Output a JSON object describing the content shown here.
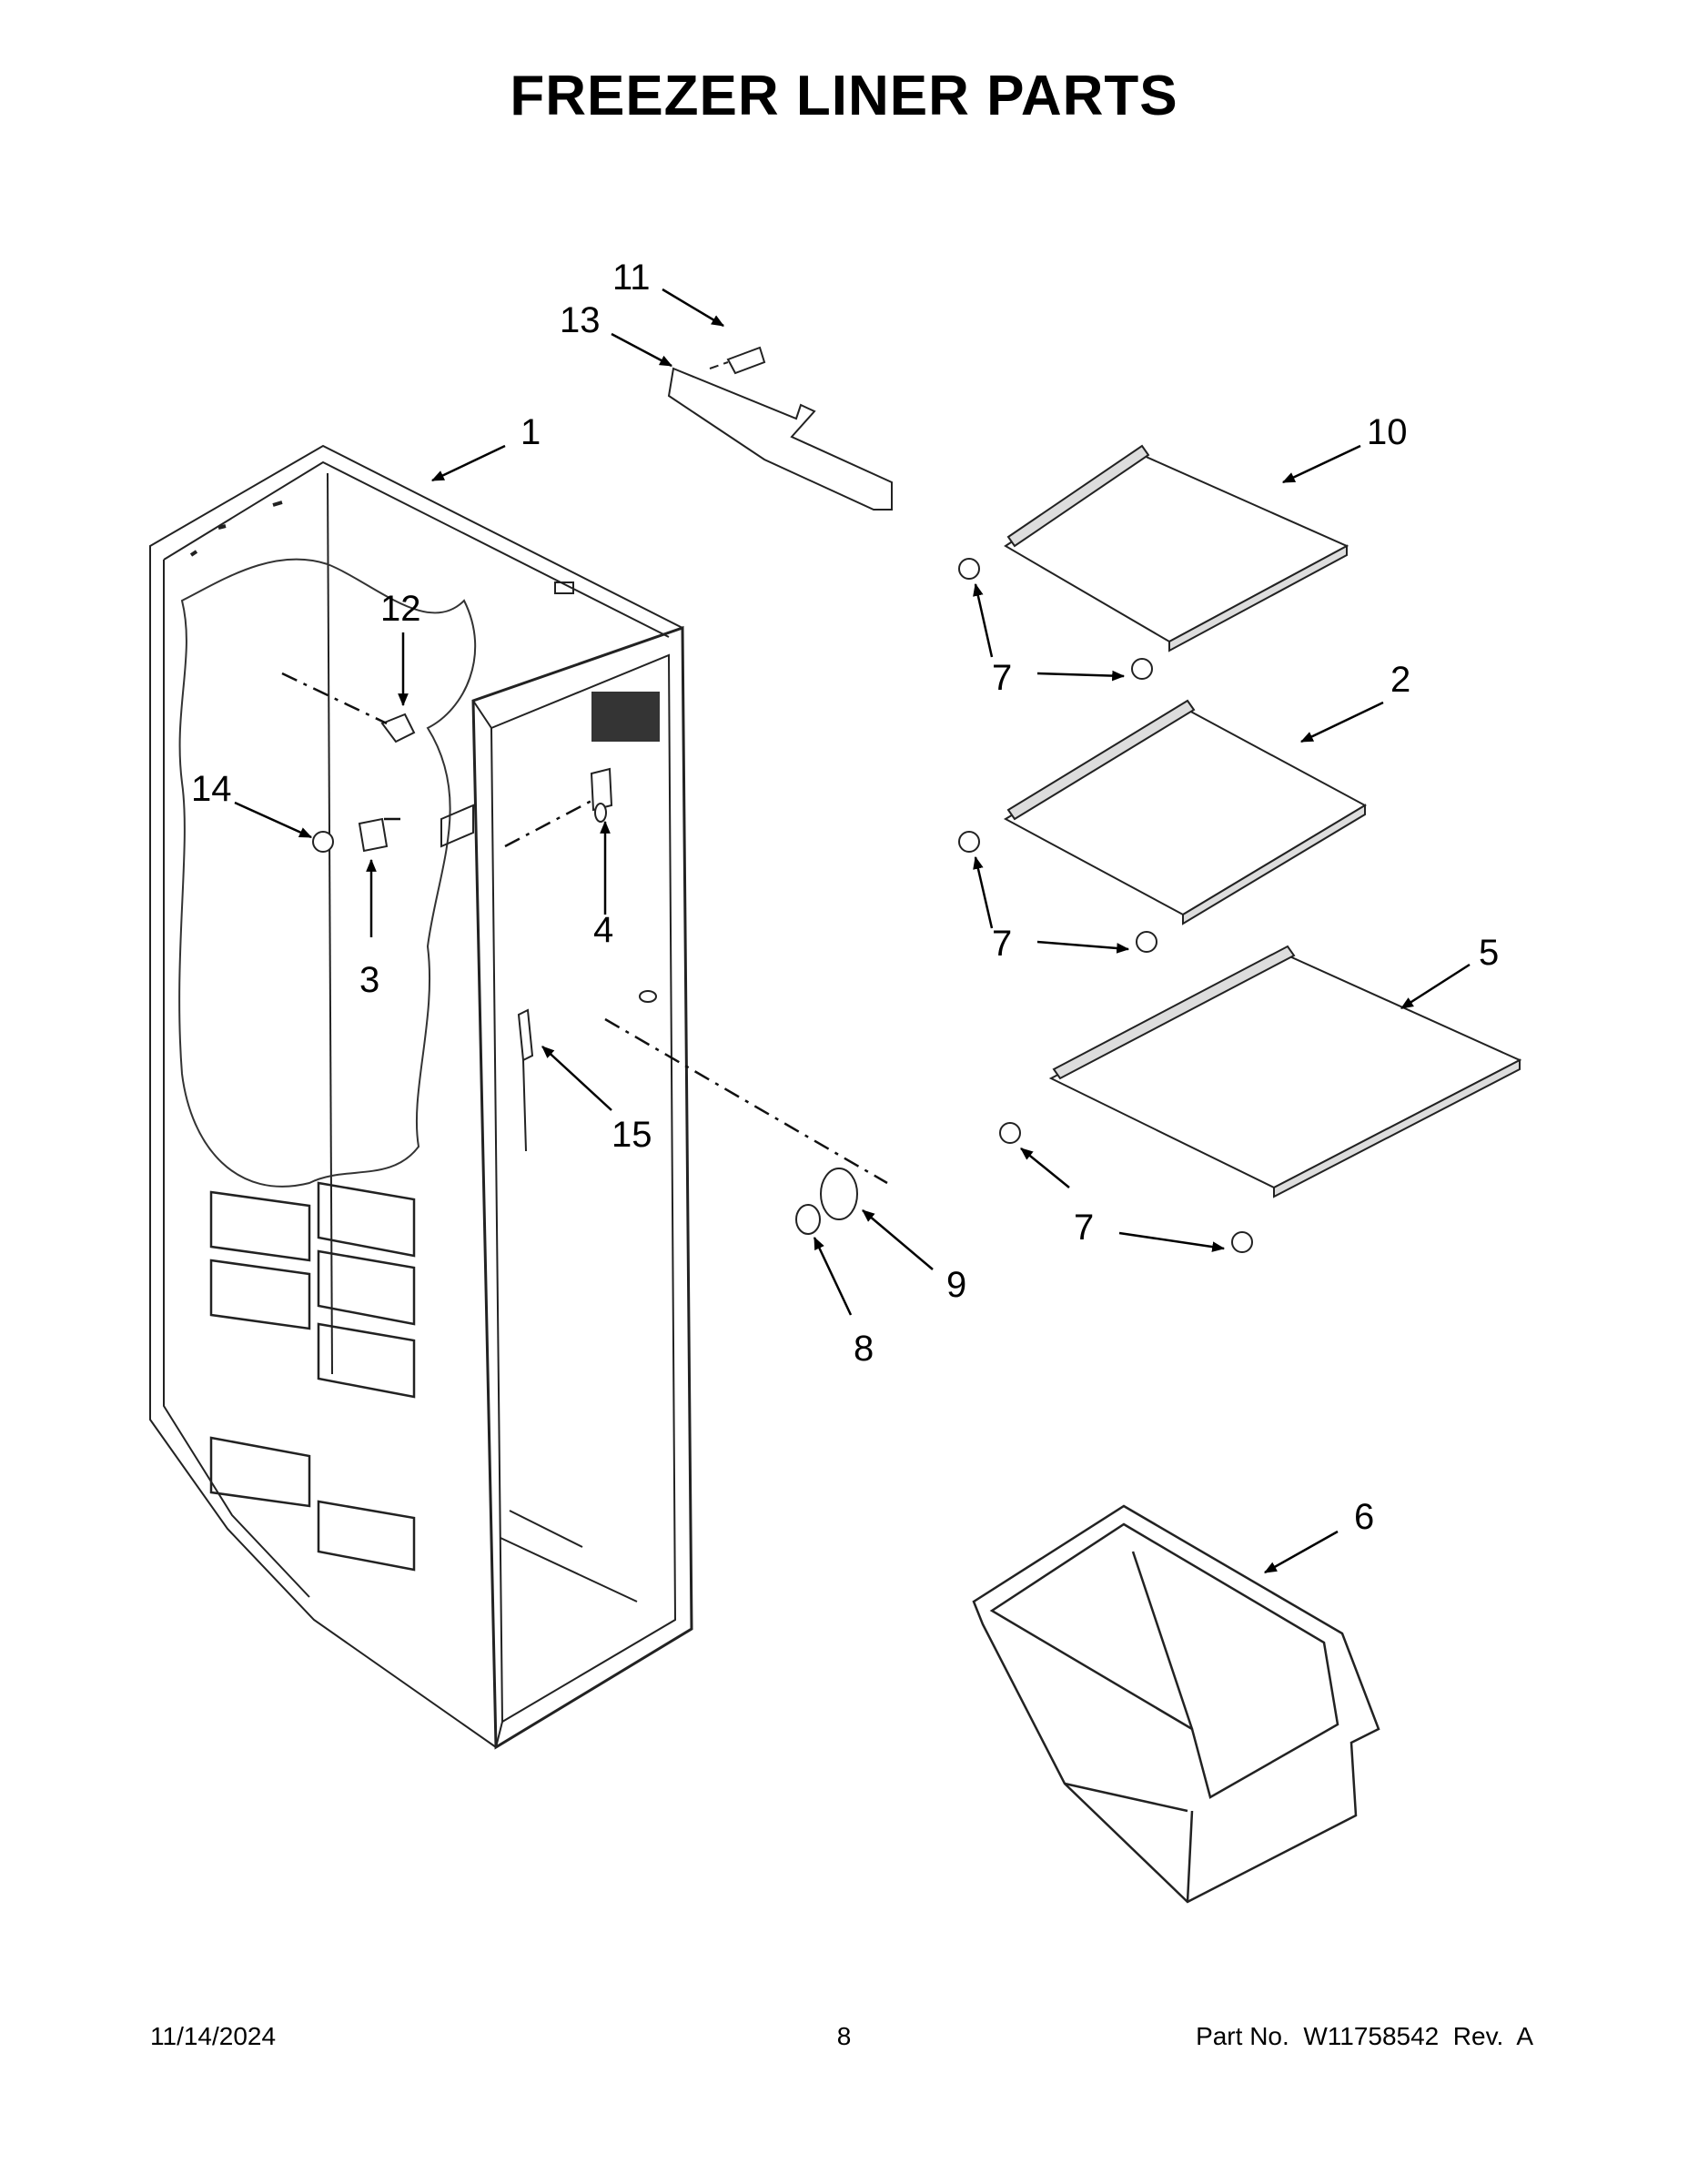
{
  "title": "FREEZER LINER PARTS",
  "callouts": {
    "c1": "1",
    "c2": "2",
    "c3": "3",
    "c4": "4",
    "c5": "5",
    "c6": "6",
    "c7a": "7",
    "c7b": "7",
    "c7c": "7",
    "c8": "8",
    "c9": "9",
    "c10": "10",
    "c11": "11",
    "c12": "12",
    "c13": "13",
    "c14": "14",
    "c15": "15"
  },
  "footer": {
    "date": "11/14/2024",
    "page": "8",
    "part_no": "Part No.  W11758542  Rev.  A"
  }
}
